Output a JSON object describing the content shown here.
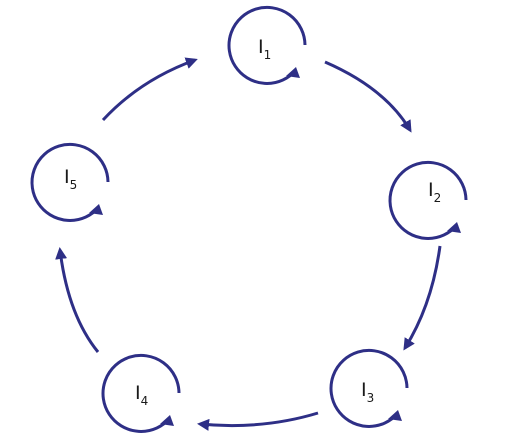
{
  "diagram": {
    "stroke_color": "#2e2f86",
    "nodes": [
      {
        "id": "n1",
        "letter": "I",
        "subscript": "1"
      },
      {
        "id": "n2",
        "letter": "I",
        "subscript": "2"
      },
      {
        "id": "n3",
        "letter": "I",
        "subscript": "3"
      },
      {
        "id": "n4",
        "letter": "I",
        "subscript": "4"
      },
      {
        "id": "n5",
        "letter": "I",
        "subscript": "5"
      }
    ],
    "edges": [
      {
        "from": "n1",
        "to": "n2"
      },
      {
        "from": "n2",
        "to": "n3"
      },
      {
        "from": "n3",
        "to": "n4"
      },
      {
        "from": "n4",
        "to": "n5"
      },
      {
        "from": "n5",
        "to": "n1"
      }
    ]
  }
}
